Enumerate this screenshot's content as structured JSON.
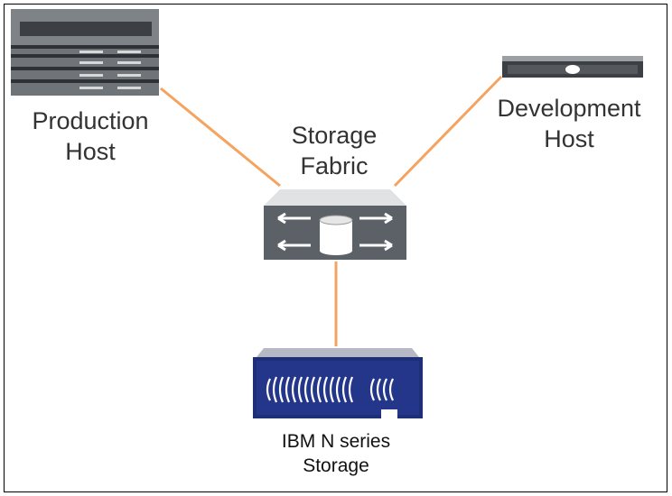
{
  "nodes": {
    "production_host": {
      "line1": "Production",
      "line2": "Host"
    },
    "development_host": {
      "line1": "Development",
      "line2": "Host"
    },
    "storage_fabric": {
      "line1": "Storage",
      "line2": "Fabric"
    },
    "storage": {
      "line1": "IBM N series",
      "line2": "Storage"
    }
  },
  "colors": {
    "link": "#f4a460",
    "device_gray": "#6e7478",
    "device_dark": "#3c4044",
    "storage_blue": "#1e2f78"
  },
  "icons": [
    "rack-server-icon",
    "switch-icon",
    "storage-array-icon"
  ]
}
